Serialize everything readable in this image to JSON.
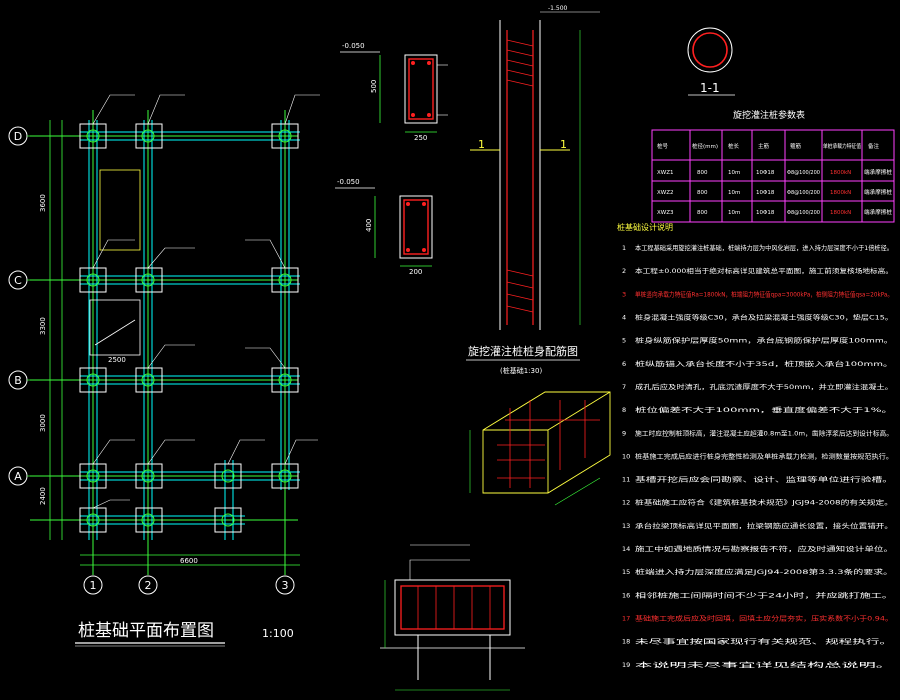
{
  "plan": {
    "title": "桩基础平面布置图",
    "scale": "1:100",
    "grid_rows": [
      "D",
      "C",
      "B",
      "A"
    ],
    "grid_cols": [
      "1",
      "2",
      "3"
    ],
    "dims": {
      "left_top": "3600",
      "left_mid": "3300",
      "left_low": "3000",
      "left_bot": "2400",
      "bottom": "6600",
      "mid": "2500"
    }
  },
  "detail_sections": {
    "beam1_label": "-0.050",
    "beam1_width": "250",
    "beam1_height": "500",
    "beam2_label": "-0.050",
    "beam2_width": "200",
    "beam2_height": "400"
  },
  "pile": {
    "section_label": "1",
    "section_title": "1-1",
    "elevation_top": "-1.500"
  },
  "cap_drawing": {
    "title": "旋挖灌注桩桩身配筋图",
    "subtitle": "(桩基础1:30)"
  },
  "table": {
    "title": "旋挖灌注桩参数表",
    "headers": [
      "桩号",
      "桩径(mm)",
      "桩长",
      "主筋",
      "箍筋",
      "单桩承载力特征值",
      "备注"
    ],
    "rows": [
      [
        "XWZ1",
        "800",
        "10m",
        "10Φ18",
        "Φ8@100/200",
        "1800kN",
        "端承摩擦桩"
      ],
      [
        "XWZ2",
        "800",
        "10m",
        "10Φ18",
        "Φ8@100/200",
        "1800kN",
        "端承摩擦桩"
      ],
      [
        "XWZ3",
        "800",
        "10m",
        "10Φ18",
        "Φ8@100/200",
        "1800kN",
        "端承摩擦桩"
      ]
    ]
  },
  "notes": {
    "heading": "桩基础设计说明",
    "items": [
      {
        "n": "1",
        "text": "本工程基础采用旋挖灌注桩基础，桩端持力层为中风化岩层，进入持力层深度不小于1倍桩径。"
      },
      {
        "n": "2",
        "text": "本工程±0.000相当于绝对标高详见建筑总平面图，施工前须复核场地标高。"
      },
      {
        "n": "3",
        "text": "单桩竖向承载力特征值Ra=1800kN，桩端阻力特征值qpa=3000kPa，桩侧阻力特征值qsa=20kPa。",
        "color": "red"
      },
      {
        "n": "4",
        "text": "桩身混凝土强度等级C30，承台及拉梁混凝土强度等级C30，垫层C15。"
      },
      {
        "n": "5",
        "text": "桩身纵筋保护层厚度50mm，承台底钢筋保护层厚度100mm。"
      },
      {
        "n": "6",
        "text": "桩纵筋锚入承台长度不小于35d，桩顶嵌入承台100mm。"
      },
      {
        "n": "7",
        "text": "成孔后应及时清孔，孔底沉渣厚度不大于50mm，并立即灌注混凝土。"
      },
      {
        "n": "8",
        "text": "桩位偏差不大于100mm，垂直度偏差不大于1%。"
      },
      {
        "n": "9",
        "text": "施工时应控制桩顶标高，灌注混凝土应超灌0.8m至1.0m，凿除浮浆后达到设计标高。"
      },
      {
        "n": "10",
        "text": "桩基施工完成后应进行桩身完整性检测及单桩承载力检测，检测数量按规范执行。"
      },
      {
        "n": "11",
        "text": "基槽开挖后应会同勘察、设计、监理等单位进行验槽。"
      },
      {
        "n": "12",
        "text": "桩基础施工应符合《建筑桩基技术规范》JGJ94-2008的有关规定。"
      },
      {
        "n": "13",
        "text": "承台拉梁顶标高详见平面图，拉梁钢筋应通长设置，接头位置错开。"
      },
      {
        "n": "14",
        "text": "施工中如遇地质情况与勘察报告不符，应及时通知设计单位。"
      },
      {
        "n": "15",
        "text": "桩端进入持力层深度应满足JGJ94-2008第3.3.3条的要求。"
      },
      {
        "n": "16",
        "text": "相邻桩施工间隔时间不少于24小时，并应跳打施工。"
      },
      {
        "n": "17",
        "text": "基础施工完成后应及时回填，回填土应分层夯实，压实系数不小于0.94。",
        "color": "red"
      },
      {
        "n": "18",
        "text": "未尽事宜按国家现行有关规范、规程执行。"
      },
      {
        "n": "19",
        "text": "本说明未尽事宜详见结构总说明。"
      }
    ]
  },
  "colors": {
    "background": "#000000",
    "grid_line": "#3cff3c",
    "wall": "#00ffff",
    "text": "#ffffff",
    "annotation": "#ffff40",
    "rebar": "#ff2020",
    "table_border": "#ff40ff"
  }
}
